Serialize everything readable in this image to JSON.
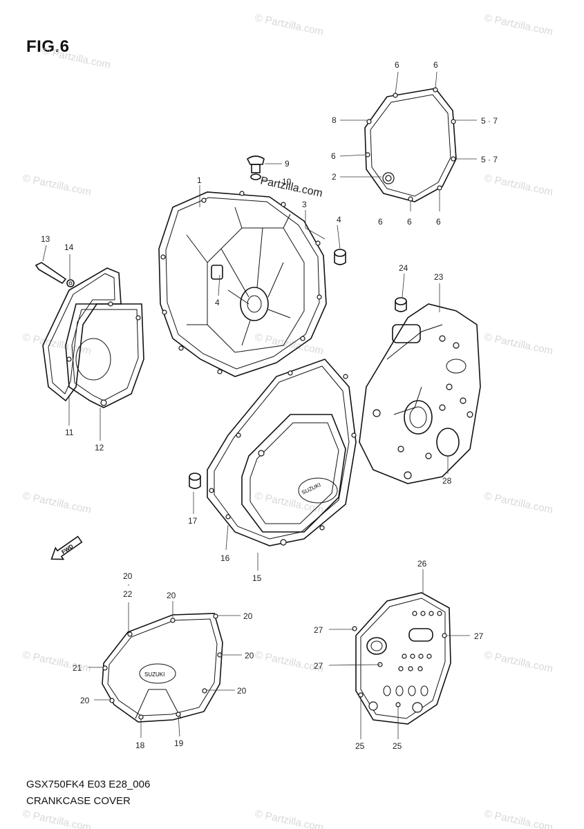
{
  "figure": {
    "title": "FIG.6",
    "footer_code": "GSX750FK4 E03 E28_006",
    "footer_caption": "CRANKCASE COVER"
  },
  "watermark": {
    "text": "© Partzilla.com",
    "center_text": "Partzilla.com"
  },
  "callouts": {
    "c1": "1",
    "c2": "2",
    "c3": "3",
    "c4a": "4",
    "c4b": "4",
    "c5a": "5 · 7",
    "c5b": "5 · 7",
    "c6a": "6",
    "c6b": "6",
    "c6c": "6",
    "c6d": "6",
    "c6e": "6",
    "c6f": "6",
    "c8": "8",
    "c9": "9",
    "c10": "10",
    "c11": "11",
    "c12": "12",
    "c13": "13",
    "c14": "14",
    "c15": "15",
    "c16": "16",
    "c17": "17",
    "c18": "18",
    "c19": "19",
    "c20a": "20",
    "c20b": "·",
    "c20c": "22",
    "c20d": "20",
    "c20e": "20",
    "c20f": "20",
    "c20g": "20",
    "c20h": "20",
    "c21": "21",
    "c23": "23",
    "c24": "24",
    "c25a": "25",
    "c25b": "25",
    "c26": "26",
    "c27a": "27",
    "c27b": "27",
    "c27c": "27",
    "c28": "28"
  },
  "labels": {
    "fwd": "FWD",
    "brand_a": "SUZUKI",
    "brand_b": "SUZUKI"
  }
}
